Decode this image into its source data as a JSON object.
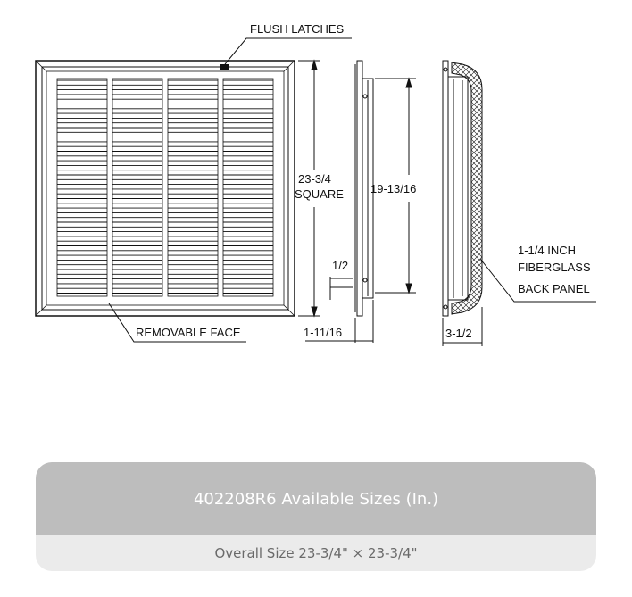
{
  "diagram": {
    "labels": {
      "flush_latches": "FLUSH LATCHES",
      "square_dim": "23-3/4",
      "square_word": "SQUARE",
      "depth_dim": "19-13/16",
      "half": "1/2",
      "removable_face": "REMOVABLE FACE",
      "flange_dim": "1-11/16",
      "panel_line1": "1-1/4 INCH",
      "panel_line2": "FIBERGLASS",
      "panel_line3": "BACK PANEL",
      "side_depth": "3-1/2"
    }
  },
  "sizes": {
    "title": "402208R6 Available Sizes (In.)",
    "overall": "Overall Size 23-3/4\" × 23-3/4\""
  }
}
